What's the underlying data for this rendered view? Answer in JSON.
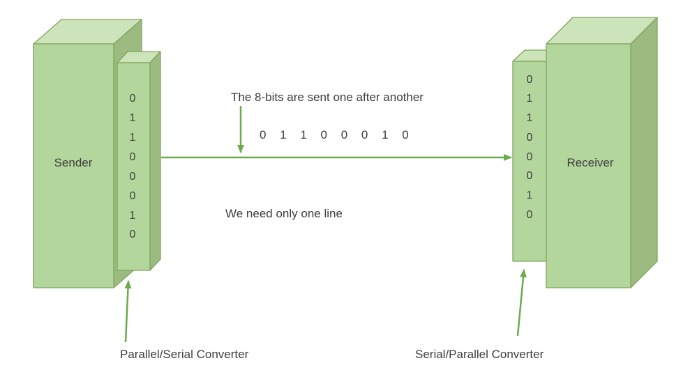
{
  "title": "Serial transmission diagram",
  "colors": {
    "background": "#ffffff",
    "box_front": "#b3d69d",
    "box_top": "#cde4ba",
    "box_side": "#9cbb80",
    "box_border": "#7ea55d",
    "arrow": "#6cab4c",
    "text": "#3d3d3d"
  },
  "sender": {
    "label": "Sender",
    "bits": [
      "0",
      "1",
      "1",
      "0",
      "0",
      "0",
      "1",
      "0"
    ]
  },
  "receiver": {
    "label": "Receiver",
    "bits": [
      "0",
      "1",
      "1",
      "0",
      "0",
      "0",
      "1",
      "0"
    ]
  },
  "annotations": {
    "serial_note": "The 8-bits are sent one after another",
    "line_bits": "0 1 1 0 0 0 1 0",
    "line_note": "We need only one line",
    "left_converter_label": "Parallel/Serial Converter",
    "right_converter_label": "Serial/Parallel Converter"
  }
}
